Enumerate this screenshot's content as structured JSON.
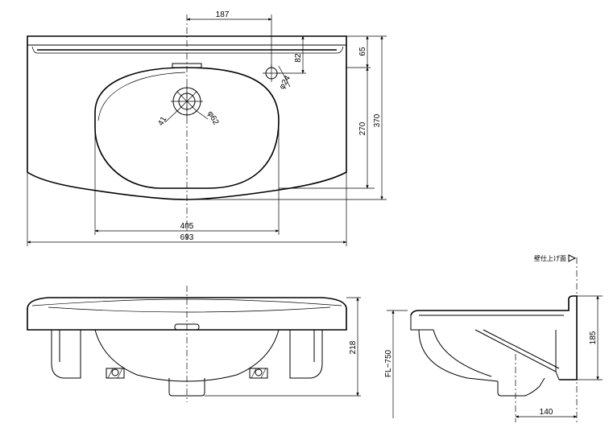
{
  "dimensions": {
    "faucet_offset": "187",
    "hole_top_offset": "82",
    "deck_height": "65",
    "hole_dia": "φ24",
    "drain_inner": "41",
    "drain_outer": "φ62",
    "depth_270": "270",
    "depth_370": "370",
    "bowl_width": "405",
    "overall_width": "693",
    "height_218": "218",
    "floor_level": "FL~750",
    "side_height": "185",
    "side_offset": "140"
  },
  "labels": {
    "wall_finish": "壁仕上げ面"
  }
}
